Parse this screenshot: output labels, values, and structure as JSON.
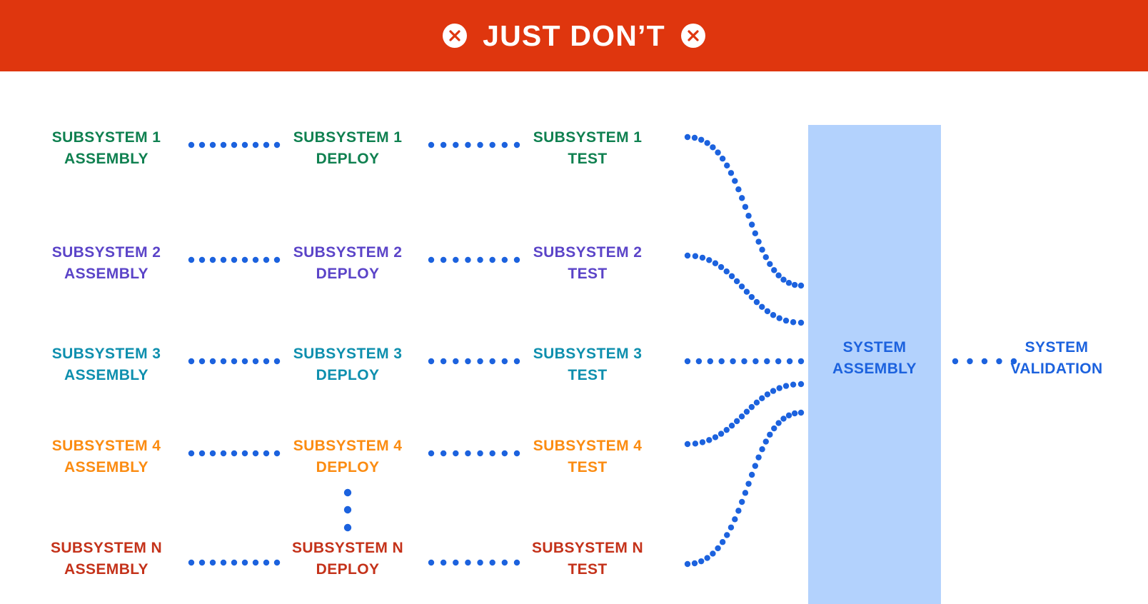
{
  "banner": {
    "title": "JUST DON’T",
    "background_color": "#df360e",
    "text_color": "#ffffff",
    "left_icon": "circle-x-icon",
    "right_icon": "circle-x-icon"
  },
  "diagram": {
    "dot_color": "#1c62de",
    "band_color": "#b3d2fd",
    "column_headers": [
      "ASSEMBLY",
      "DEPLOY",
      "TEST"
    ],
    "vertical_ellipsis": "⋮",
    "rows": [
      {
        "id": "subsystem-1",
        "color": "#0f8050",
        "assembly": "SUBSYSTEM 1\nASSEMBLY",
        "deploy": "SUBSYSTEM 1\nDEPLOY",
        "test": "SUBSYSTEM 1\nTEST"
      },
      {
        "id": "subsystem-2",
        "color": "#5b44c8",
        "assembly": "SUBSYSTEM 2\nASSEMBLY",
        "deploy": "SUBSYSTEM 2\nDEPLOY",
        "test": "SUBSYSTEM 2\nTEST"
      },
      {
        "id": "subsystem-3",
        "color": "#0e8fae",
        "assembly": "SUBSYSTEM 3\nASSEMBLY",
        "deploy": "SUBSYSTEM 3\nDEPLOY",
        "test": "SUBSYSTEM 3\nTEST"
      },
      {
        "id": "subsystem-4",
        "color": "#fb8c12",
        "assembly": "SUBSYSTEM 4\nASSEMBLY",
        "deploy": "SUBSYSTEM 4\nDEPLOY",
        "test": "SUBSYSTEM 4\nTEST"
      },
      {
        "id": "subsystem-n",
        "color": "#c4321a",
        "assembly": "SUBSYSTEM N\nASSEMBLY",
        "deploy": "SUBSYSTEM N\nDEPLOY",
        "test": "SUBSYSTEM N\nTEST"
      }
    ],
    "system_assembly": "SYSTEM\nASSEMBLY",
    "system_validation": "SYSTEM\nVALIDATION"
  }
}
